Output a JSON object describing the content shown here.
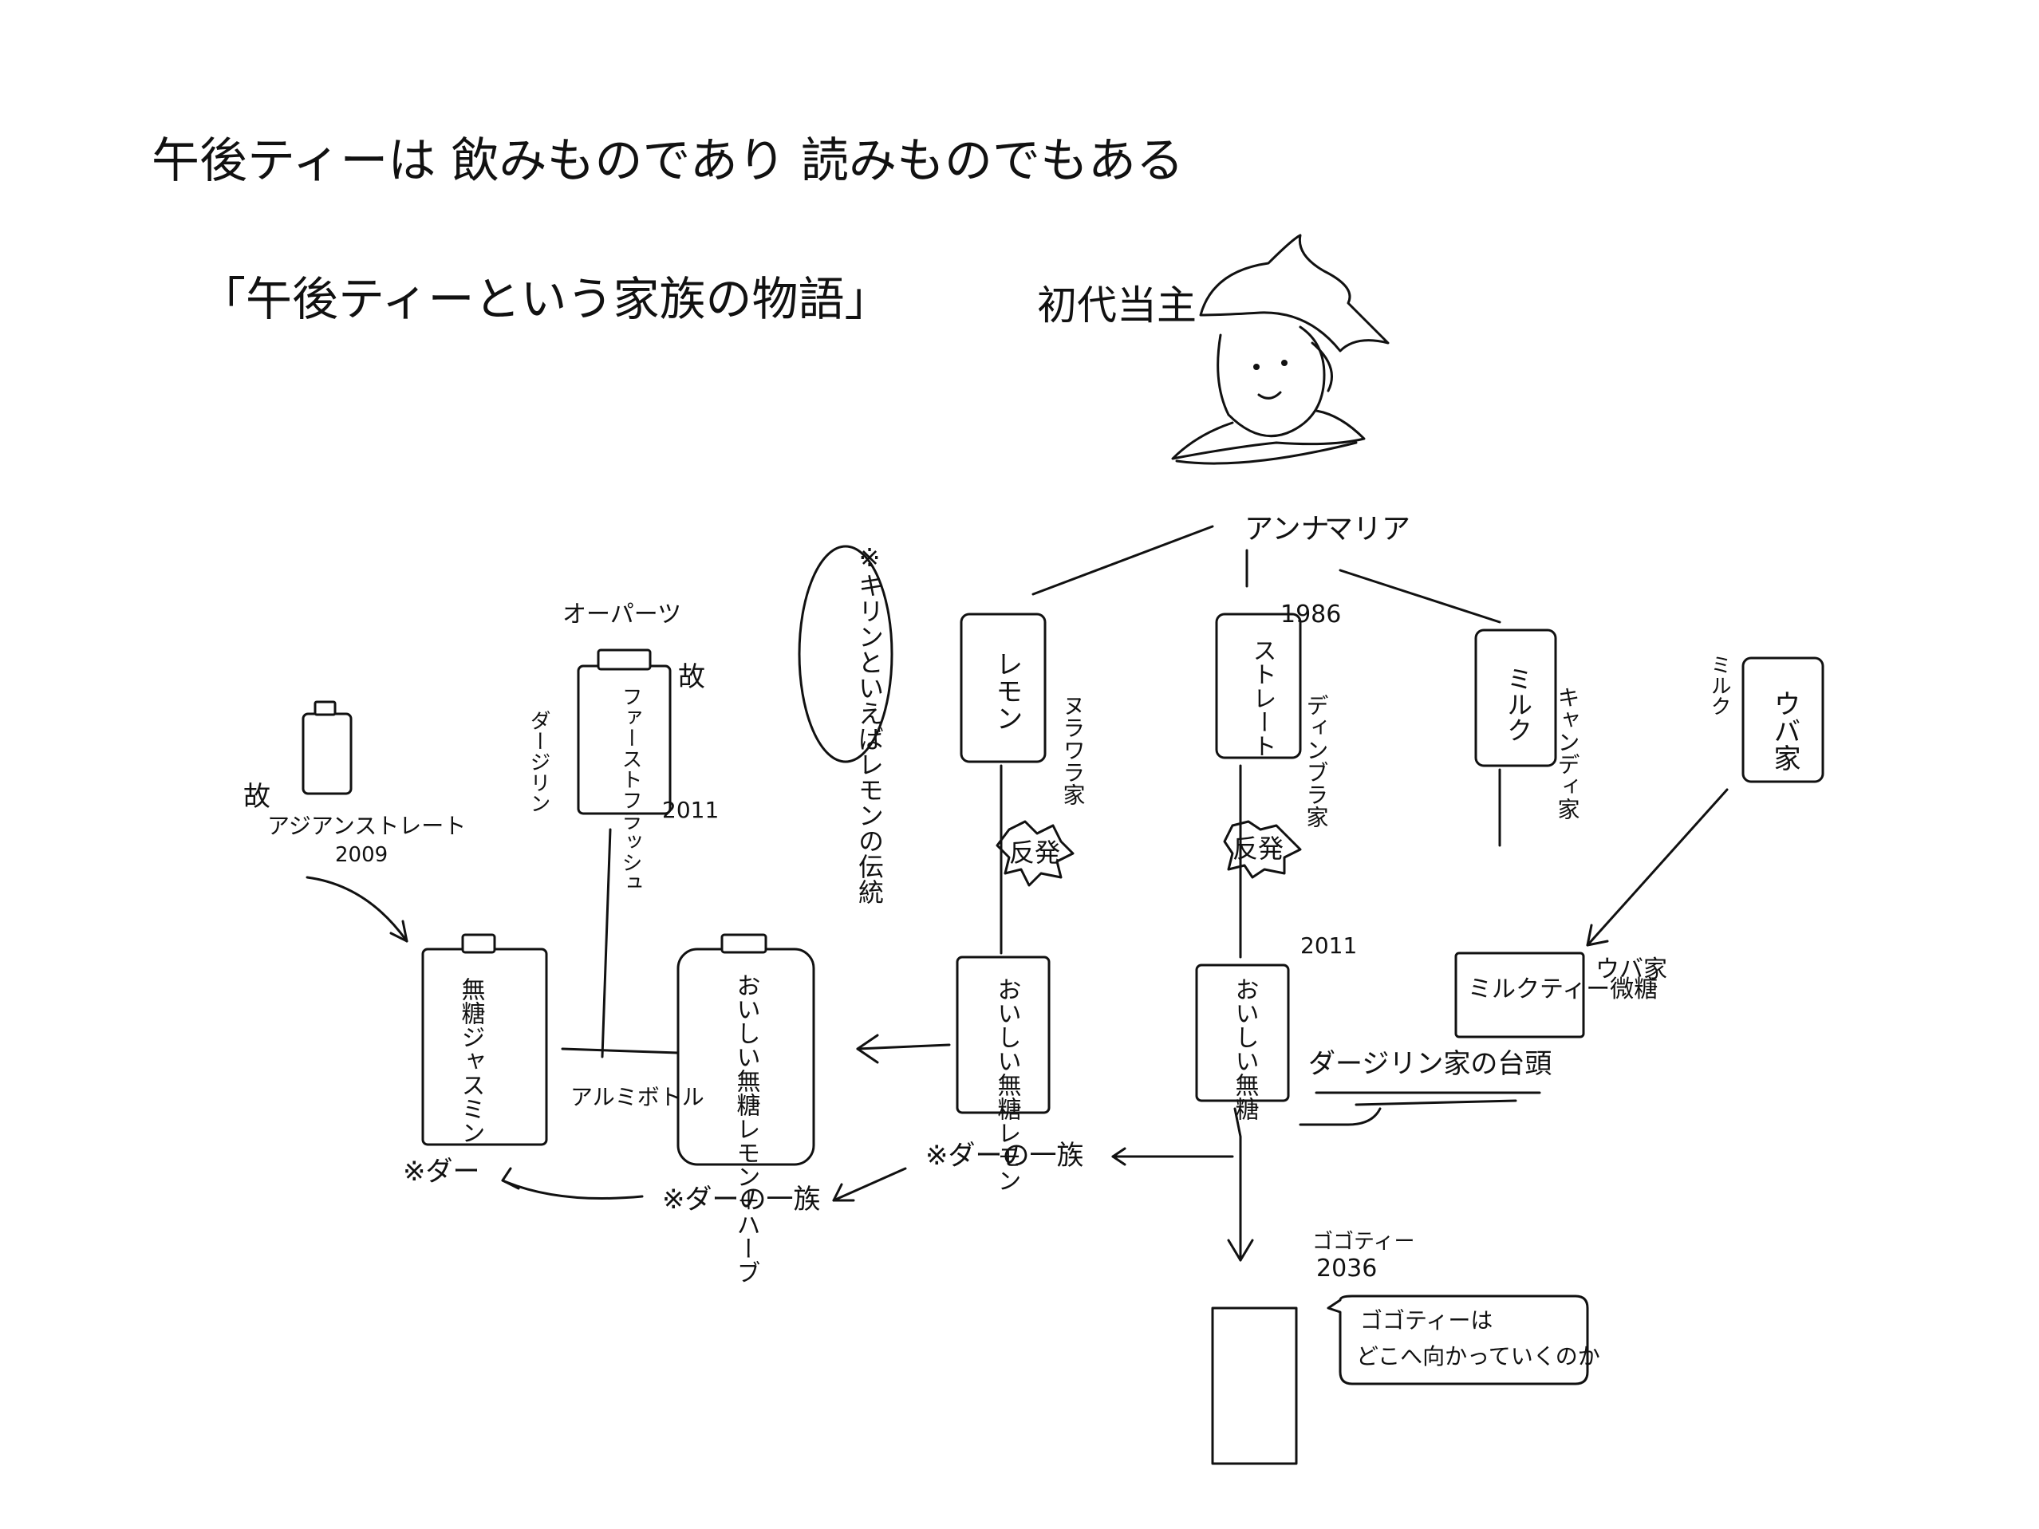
{
  "headline": "午後ティーは 飲みものであり 読みものでもある",
  "subtitle": "「午後ティーという家族の物語」",
  "founder": {
    "label": "初代当主",
    "left_name": "アンナ",
    "right_name": "マリア"
  },
  "kirin_note": "※キリンといえばレモンの伝統",
  "branches": {
    "lemon": {
      "bottle": "レモン",
      "house": "ヌラワラ家"
    },
    "straight": {
      "bottle": "ストレート",
      "year": "1986",
      "house": "ディンブラ家"
    },
    "milk": {
      "bottle": "ミルク",
      "house": "キャンディ家"
    },
    "uva": {
      "bottle": "ウバ家",
      "side": "ミルク"
    }
  },
  "rebellion": "反発",
  "bottles": {
    "lemon_unsweetened": "おいしい無糖レモン",
    "straight_unsweetened": "おいしい無糖",
    "straight_unsweetened_year": "2011",
    "milk_tea_sugar": "ミルクティー微糖",
    "uva_house": "ウバ家",
    "first_flush": "ファーストフラッシュ",
    "first_flush_side": "ダージリン",
    "first_flush_year": "2011",
    "first_flush_late": "故",
    "first_flush_top": "オーパーツ",
    "asian_straight": "アジアンストレート",
    "asian_straight_year": "2009",
    "asian_straight_late": "故",
    "jasmine": "無糖ジャスミン",
    "lemon_herb": "おいしい無糖レモン＋ハーブ",
    "aluminum_bottle": "アルミボトル"
  },
  "darjeeling_rise": "ダージリン家の台頭",
  "da_clan_1": "※ダーの一族",
  "da_clan_2": "※ダーの一族",
  "da_short": "※ダー",
  "future": {
    "name": "ゴゴティー",
    "year": "2036",
    "speech_line1": "ゴゴティーは",
    "speech_line2": "どこへ向かっていくのか"
  }
}
